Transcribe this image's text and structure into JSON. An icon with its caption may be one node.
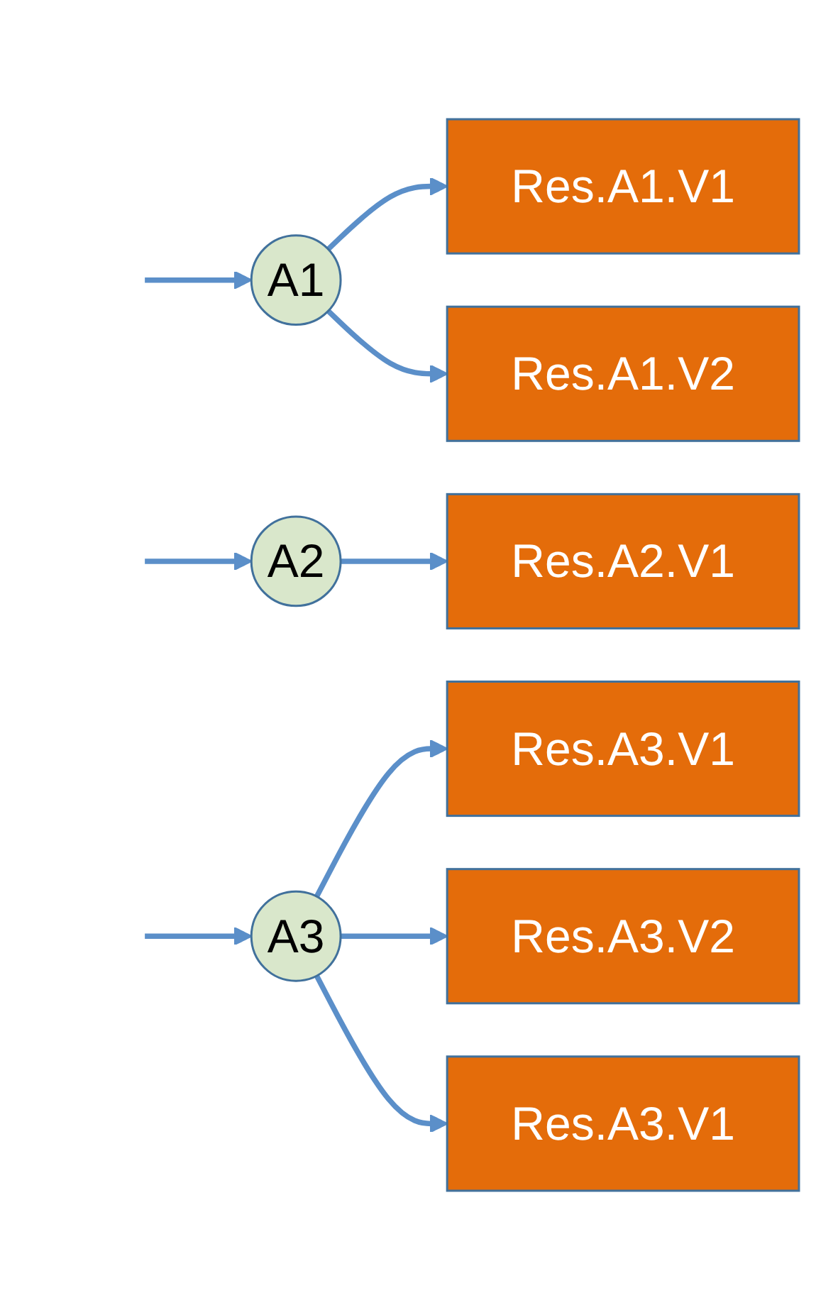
{
  "diagram": {
    "nodes": [
      {
        "text": [
          "A1"
        ]
      },
      {
        "text": [
          "Res.A1.V1"
        ]
      },
      {
        "text": [
          "Res.A1.V2"
        ]
      },
      {
        "text": [
          "A2"
        ]
      },
      {
        "text": [
          "Res.A2.V1"
        ]
      },
      {
        "text": [
          "A3"
        ]
      },
      {
        "text": [
          "Res.A3.V1"
        ]
      },
      {
        "text": [
          "Res.A3.V2"
        ]
      },
      {
        "text": [
          "Res.A3.V1"
        ]
      }
    ],
    "edges": [
      {
        "from": null,
        "to": 0,
        "arrow": "to"
      },
      {
        "from": 0,
        "to": 1,
        "arrow": "to"
      },
      {
        "from": 0,
        "to": 2,
        "arrow": "to"
      },
      {
        "from": null,
        "to": 3,
        "arrow": "to"
      },
      {
        "from": 3,
        "to": 4,
        "arrow": "to"
      },
      {
        "from": null,
        "to": 5,
        "arrow": "to"
      },
      {
        "from": 5,
        "to": 6,
        "arrow": "to"
      },
      {
        "from": 5,
        "to": 7,
        "arrow": "to"
      },
      {
        "from": 5,
        "to": 8,
        "arrow": "to"
      }
    ]
  }
}
